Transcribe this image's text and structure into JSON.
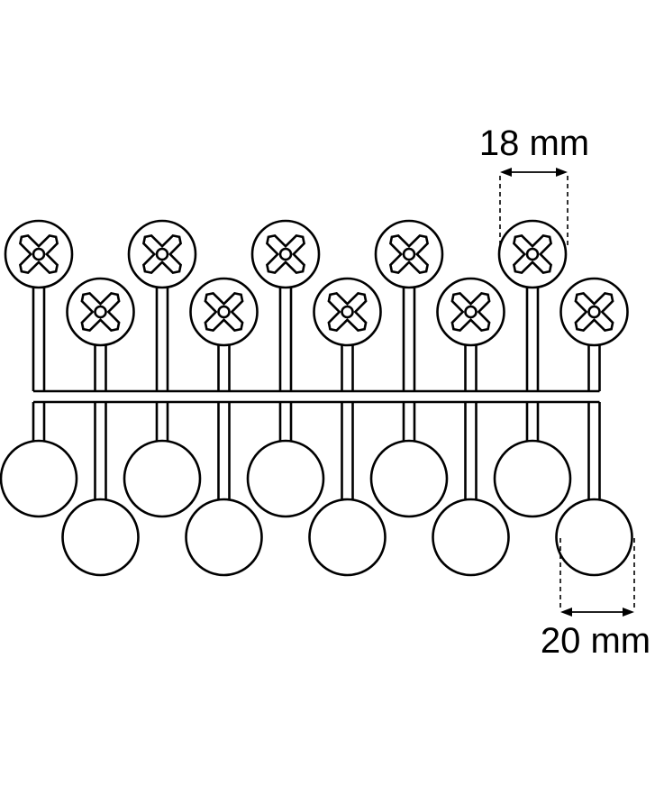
{
  "figure": {
    "description_icons": {
      "screw_cap": "screw-head-x-icon",
      "round_cap": "round-cover-cap"
    },
    "stroke_color": "#000000",
    "background_color": "#ffffff",
    "screw_cap_count": 10,
    "round_cap_count": 10
  },
  "dimensions": {
    "top_label": "18 mm",
    "bottom_label": "20 mm"
  }
}
